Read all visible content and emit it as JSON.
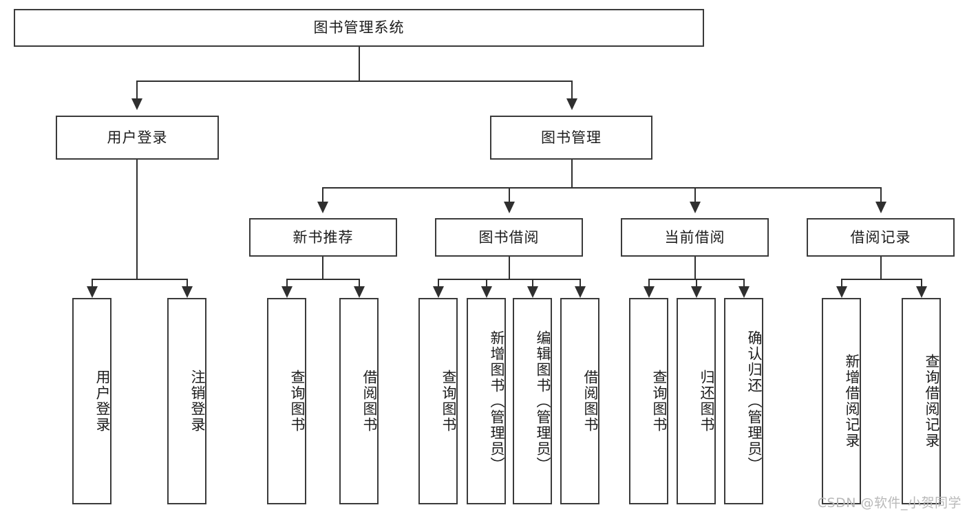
{
  "diagram": {
    "title": "图书管理系统",
    "type": "hierarchy-tree",
    "root": {
      "label": "图书管理系统"
    },
    "level2": [
      {
        "label": "用户登录"
      },
      {
        "label": "图书管理"
      }
    ],
    "level3": [
      {
        "label": "新书推荐"
      },
      {
        "label": "图书借阅"
      },
      {
        "label": "当前借阅"
      },
      {
        "label": "借阅记录"
      }
    ],
    "leaves": {
      "user_login": [
        {
          "label": "用户登录"
        },
        {
          "label": "注销登录"
        }
      ],
      "new_book_recommend": [
        {
          "label": "查询图书"
        },
        {
          "label": "借阅图书"
        }
      ],
      "book_borrow": [
        {
          "label": "查询图书"
        },
        {
          "label": "新增图书（管理员）"
        },
        {
          "label": "编辑图书（管理员）"
        },
        {
          "label": "借阅图书"
        }
      ],
      "current_borrow": [
        {
          "label": "查询图书"
        },
        {
          "label": "归还图书"
        },
        {
          "label": "确认归还（管理员）"
        }
      ],
      "borrow_record": [
        {
          "label": "新增借阅记录"
        },
        {
          "label": "查询借阅记录"
        }
      ]
    }
  },
  "watermark": {
    "text": "CSDN @软件_小贺同学"
  },
  "colors": {
    "box_border": "#3a3a3a",
    "line": "#2f2f2f",
    "text": "#1c1c1c",
    "background": "#ffffff",
    "watermark": "#b9b9b9"
  }
}
